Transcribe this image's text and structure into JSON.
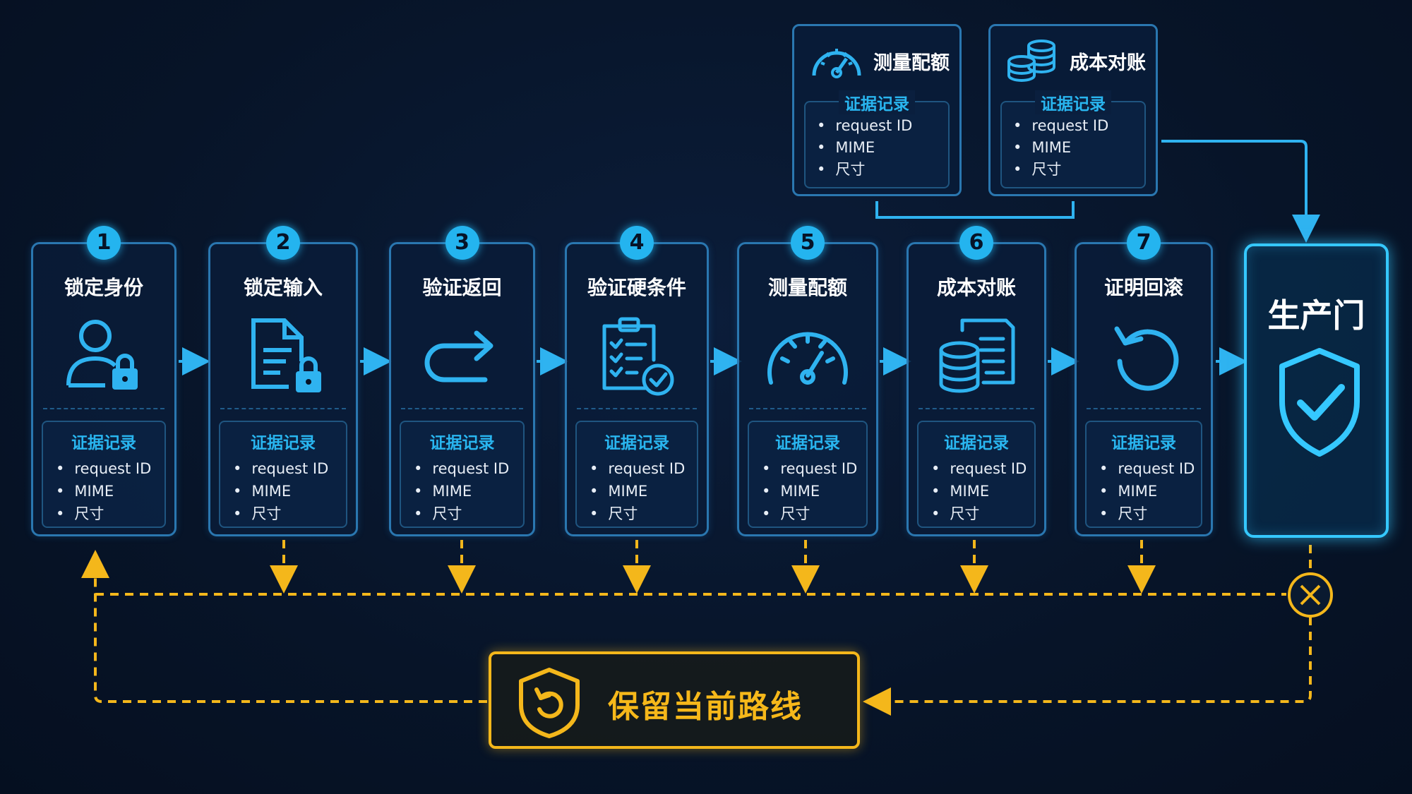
{
  "evidence": {
    "title": "证据记录",
    "items": [
      "request ID",
      "MIME",
      "尺寸"
    ]
  },
  "steps": [
    {
      "number": "1",
      "title": "锁定身份",
      "icon": "user-lock-icon"
    },
    {
      "number": "2",
      "title": "锁定输入",
      "icon": "document-lock-icon"
    },
    {
      "number": "3",
      "title": "验证返回",
      "icon": "return-arrow-icon"
    },
    {
      "number": "4",
      "title": "验证硬条件",
      "icon": "checklist-icon"
    },
    {
      "number": "5",
      "title": "测量配额",
      "icon": "gauge-icon"
    },
    {
      "number": "6",
      "title": "成本对账",
      "icon": "cost-reconcile-icon"
    },
    {
      "number": "7",
      "title": "证明回滚",
      "icon": "rollback-icon"
    }
  ],
  "top_cards": [
    {
      "title": "测量配额",
      "icon": "gauge-icon"
    },
    {
      "title": "成本对账",
      "icon": "coins-icon"
    }
  ],
  "gate": {
    "title": "生产门",
    "icon": "shield-check-icon"
  },
  "fallback": {
    "label": "保留当前路线",
    "icon": "shield-rollback-icon",
    "reject_icon": "x-circle-icon"
  },
  "colors": {
    "accent": "#24b4ef",
    "border": "#2a77b0",
    "fallback": "#f4b71b",
    "background": "#071428"
  }
}
